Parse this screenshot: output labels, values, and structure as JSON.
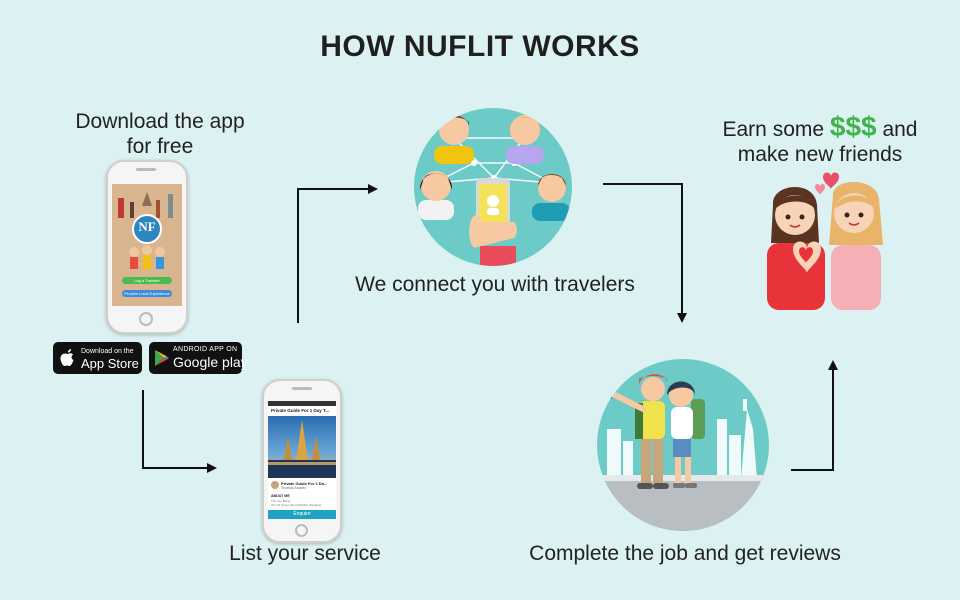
{
  "title": "HOW NUFLIT WORKS",
  "steps": {
    "download": {
      "line1": "Download the app",
      "line2": "for free"
    },
    "connect": "We connect you with travelers",
    "earn": {
      "pre": "Earn some",
      "money": "$$$",
      "post": "and",
      "line2": "make new friends"
    },
    "list": "List your service",
    "complete": "Complete the job and get reviews"
  },
  "phone1": {
    "logo": "NF",
    "button1": "Log a Traveler",
    "button2": "Provide Local Experience"
  },
  "phone2": {
    "header": "Private Guide For 1 Day T...",
    "listing_title": "Private Guide For 1 Da...",
    "listing_author": "Thomas Alvarez",
    "about_heading": "ABOUT ME",
    "about_line1": "The city, Bang...",
    "about_line2": "4/1 3/2 Tower Alford Rabbid, Bangkok",
    "cta": "Enquire"
  },
  "badges": {
    "appstore_small": "Download on the",
    "appstore_big": "App Store",
    "google_small": "ANDROID APP ON",
    "google_big": "Google play"
  },
  "colors": {
    "background": "#dcf1f1",
    "accent_green": "#3db54a",
    "circle_teal": "#6ccbc7"
  }
}
